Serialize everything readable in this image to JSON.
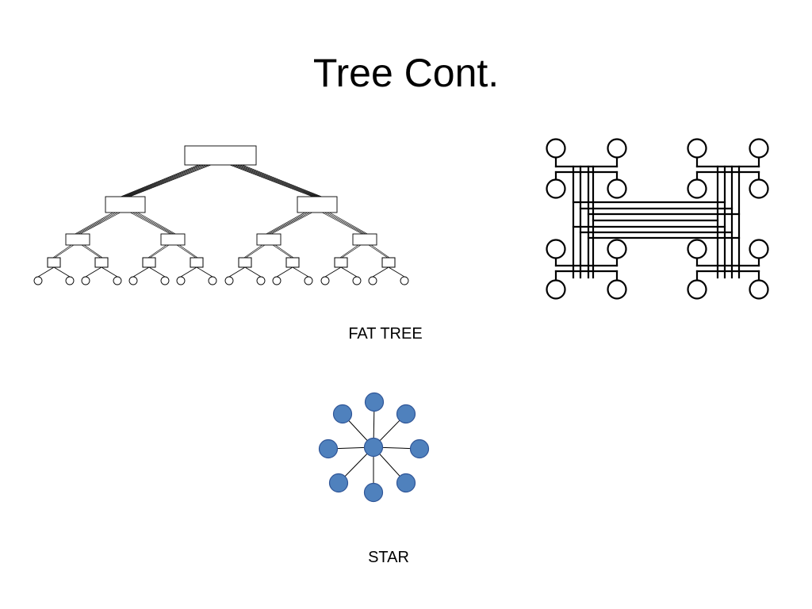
{
  "slide": {
    "title": "Tree Cont.",
    "caption_fat_tree": "FAT TREE",
    "caption_star": "STAR"
  },
  "colors": {
    "background": "#ffffff",
    "line": "#000000",
    "star_node_fill": "#4f81bd",
    "star_node_stroke": "#2f5597"
  },
  "diagrams": {
    "fat_tree": {
      "levels": 5,
      "leaf_count": 16,
      "switch_count": 15
    },
    "h_tree": {
      "node_count": 16,
      "group_count": 4
    },
    "star": {
      "hub_count": 1,
      "outer_node_count": 8
    }
  }
}
